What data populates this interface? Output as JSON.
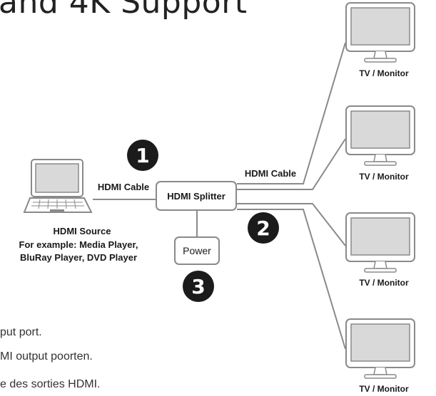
{
  "header": {
    "title": "and 4K Support"
  },
  "source": {
    "title": "HDMI Source",
    "line2": "For example: Media Player,",
    "line3": "BluRay Player, DVD Player"
  },
  "cables": {
    "input_label": "HDMI Cable",
    "output_label": "HDMI Cable"
  },
  "splitter": {
    "label": "HDMI Splitter"
  },
  "power": {
    "label": "Power"
  },
  "steps": [
    "1",
    "2",
    "3"
  ],
  "monitors": [
    {
      "label": "TV / Monitor"
    },
    {
      "label": "TV / Monitor"
    },
    {
      "label": "TV / Monitor"
    },
    {
      "label": "TV / Monitor"
    }
  ],
  "notes": [
    "put port.",
    "MI output poorten.",
    "e des sorties HDMI."
  ],
  "colors": {
    "line": "#8a8a8a",
    "badge": "#1b1b1b",
    "screen": "#d9d9d9"
  }
}
